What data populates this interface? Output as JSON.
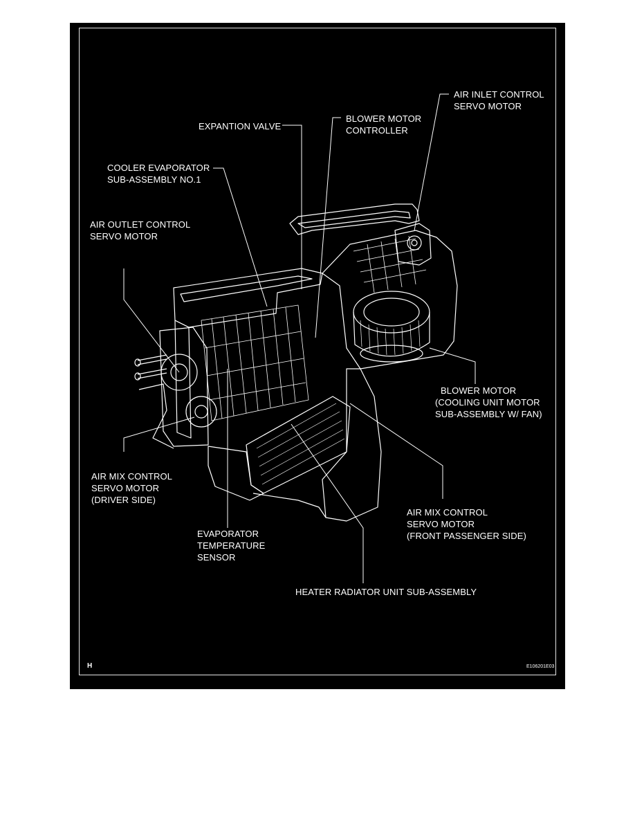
{
  "labels": {
    "expansion_valve": [
      "EXPANTION VALVE"
    ],
    "blower_motor_controller": [
      "BLOWER MOTOR",
      "CONTROLLER"
    ],
    "air_inlet_servo": [
      "AIR INLET CONTROL",
      "SERVO MOTOR"
    ],
    "cooler_evaporator": [
      "COOLER EVAPORATOR",
      "SUB-ASSEMBLY NO.1"
    ],
    "air_outlet_servo": [
      "AIR OUTLET CONTROL",
      "SERVO MOTOR"
    ],
    "blower_motor": [
      "BLOWER MOTOR",
      "(COOLING UNIT MOTOR",
      "SUB-ASSEMBLY W/ FAN)"
    ],
    "air_mix_driver": [
      "AIR MIX CONTROL",
      "SERVO MOTOR",
      "(DRIVER SIDE)"
    ],
    "air_mix_passenger": [
      "AIR MIX CONTROL",
      "SERVO MOTOR",
      "(FRONT PASSENGER SIDE)"
    ],
    "evaporator_temp_sensor": [
      "EVAPORATOR",
      "TEMPERATURE",
      "SENSOR"
    ],
    "heater_radiator": [
      "HEATER RADIATOR UNIT SUB-ASSEMBLY"
    ]
  },
  "corner_mark": "H",
  "figure_code": "E106201E03",
  "colors": {
    "background": "#000000",
    "line": "#ffffff",
    "page": "#ffffff"
  }
}
